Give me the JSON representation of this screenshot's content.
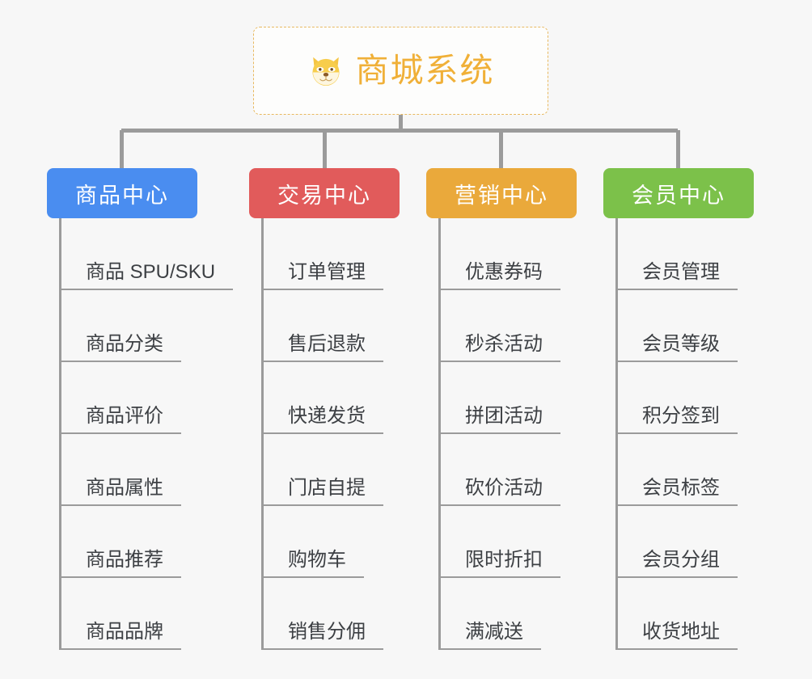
{
  "diagram": {
    "type": "mindmap",
    "background_color": "#f7f7f7",
    "root": {
      "title": "商城系统",
      "icon": "dog-face-icon",
      "border_color": "#e8b960",
      "text_color": "#f0b038"
    },
    "branches": [
      {
        "label": "商品中心",
        "color": "#4a8df0",
        "items": [
          "商品 SPU/SKU",
          "商品分类",
          "商品评价",
          "商品属性",
          "商品推荐",
          "商品品牌"
        ]
      },
      {
        "label": "交易中心",
        "color": "#e15b5b",
        "items": [
          "订单管理",
          "售后退款",
          "快递发货",
          "门店自提",
          "购物车",
          "销售分佣"
        ]
      },
      {
        "label": "营销中心",
        "color": "#eaa93b",
        "items": [
          "优惠券码",
          "秒杀活动",
          "拼团活动",
          "砍价活动",
          "限时折扣",
          "满减送"
        ]
      },
      {
        "label": "会员中心",
        "color": "#7cc14a",
        "items": [
          "会员管理",
          "会员等级",
          "积分签到",
          "会员标签",
          "会员分组",
          "收货地址"
        ]
      }
    ],
    "connector_color": "#9b9b9b",
    "leaf_text_color": "#3d4044"
  }
}
